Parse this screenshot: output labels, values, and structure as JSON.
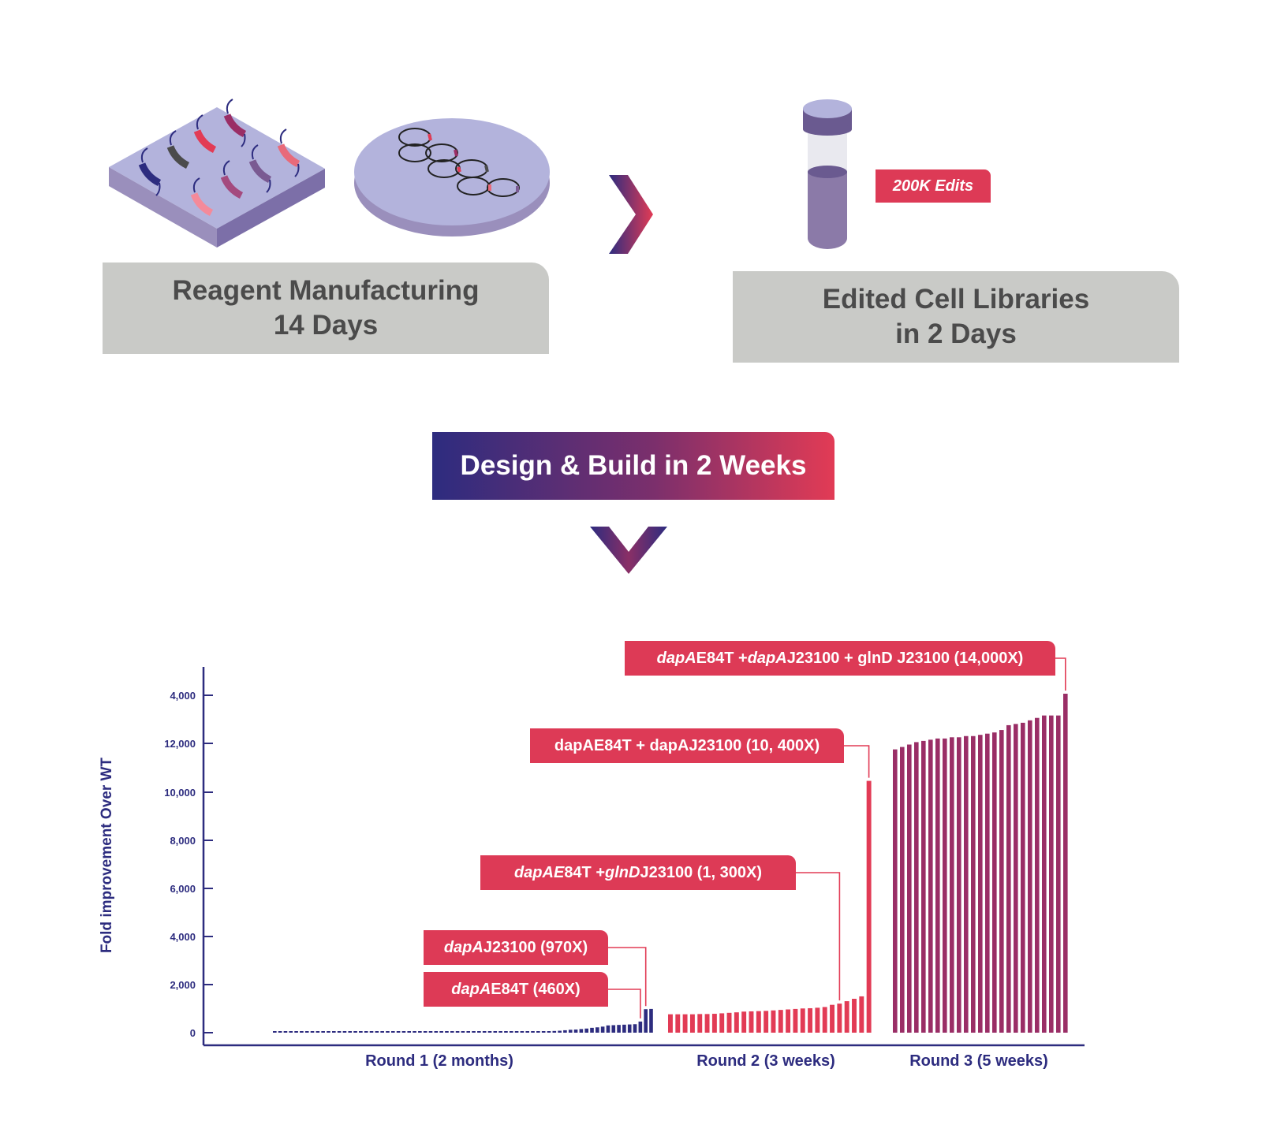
{
  "reagent": {
    "line1": "Reagent Manufacturing",
    "line2": "14 Days"
  },
  "edited": {
    "line1": "Edited Cell Libraries",
    "line2": "in 2 Days",
    "tag": "200K Edits"
  },
  "banner": "Design & Build in 2 Weeks",
  "colors": {
    "navy": "#2d2c7f",
    "red": "#e23b55",
    "magenta": "#9a2e66",
    "gray": "#c9cac7",
    "lavender": "#b3b3dc"
  },
  "annotations": [
    {
      "id": "r3",
      "italic1": "dapA",
      "mid1": " E84T + ",
      "italic2": "dapA",
      "mid2": " J23100 + glnD J23100 (14,000X)"
    },
    {
      "id": "r2b",
      "italic1": "",
      "mid1": "dapAE84T + dapAJ23100 (10, 400X)",
      "italic2": "",
      "mid2": ""
    },
    {
      "id": "r2a",
      "italic1": "dapAE",
      "mid1": " 84T + ",
      "italic2": "glnD",
      "mid2": " J23100 (1, 300X)"
    },
    {
      "id": "r1b",
      "italic1": "dapA",
      "mid1": " J23100 (970X)",
      "italic2": "",
      "mid2": ""
    },
    {
      "id": "r1a",
      "italic1": "dapA",
      "mid1": " E84T (460X)",
      "italic2": "",
      "mid2": ""
    }
  ],
  "chart_data": {
    "type": "bar",
    "ylabel": "Fold improvement Over WT",
    "yticks": [
      "0",
      "2,000",
      "4,000",
      "6,000",
      "8,000",
      "10,000",
      "12,000",
      "4,000"
    ],
    "ylim": [
      0,
      14000
    ],
    "groups": [
      {
        "name": "Round 1 (2 months)",
        "color": "#2d2c7f",
        "values": [
          20,
          20,
          20,
          20,
          20,
          20,
          20,
          20,
          20,
          20,
          20,
          20,
          20,
          20,
          20,
          20,
          20,
          20,
          20,
          20,
          20,
          20,
          20,
          20,
          20,
          20,
          20,
          20,
          20,
          20,
          20,
          20,
          20,
          20,
          20,
          20,
          20,
          20,
          20,
          20,
          20,
          20,
          20,
          20,
          20,
          20,
          30,
          35,
          40,
          45,
          50,
          60,
          70,
          80,
          100,
          120,
          130,
          150,
          170,
          200,
          220,
          250,
          300,
          310,
          320,
          330,
          340,
          350,
          460,
          970,
          980
        ]
      },
      {
        "name": "Round 2 (3 weeks)",
        "color": "#e23b55",
        "values": [
          760,
          760,
          760,
          760,
          770,
          770,
          780,
          800,
          820,
          840,
          870,
          880,
          890,
          900,
          920,
          940,
          960,
          980,
          1000,
          1010,
          1030,
          1060,
          1150,
          1200,
          1300,
          1400,
          1500,
          10400
        ]
      },
      {
        "name": "Round 3 (5 weeks)",
        "color": "#9a2e66",
        "values": [
          11700,
          11800,
          11900,
          12000,
          12050,
          12100,
          12150,
          12150,
          12200,
          12200,
          12250,
          12250,
          12300,
          12350,
          12400,
          12500,
          12700,
          12750,
          12800,
          12900,
          13000,
          13100,
          13100,
          13100,
          14000
        ]
      }
    ]
  }
}
